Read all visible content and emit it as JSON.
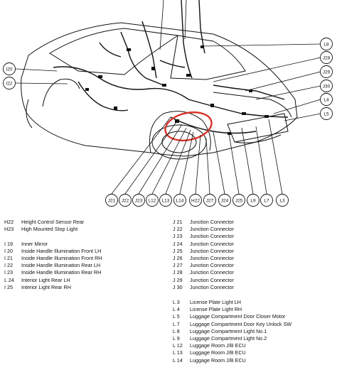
{
  "callouts": {
    "I20": "I20",
    "I22": "I22",
    "L8": "L8",
    "J28": "J28",
    "J29": "J29",
    "J30": "J30",
    "L4": "L4",
    "L5": "L5",
    "J21": "J21",
    "J22": "J22",
    "J23": "J23",
    "L12": "L12",
    "L13": "L13",
    "L14": "L14",
    "H22": "H22",
    "J27": "J27",
    "J24": "J24",
    "J25": "J25",
    "L9": "L9",
    "L7": "L7",
    "L3": "L3"
  },
  "colors": {
    "highlight": "#d9342b",
    "line": "#111111"
  },
  "legend_h": [
    {
      "code": "H22",
      "desc": "Height Control Sensor Rear"
    },
    {
      "code": "H23",
      "desc": "High Mounted Stop Light"
    },
    {
      "code": "",
      "desc": ""
    },
    {
      "code": "I 19",
      "desc": "Inner Mirror"
    },
    {
      "code": "I 20",
      "desc": "Inside Handle Illumination Front LH"
    },
    {
      "code": "I 21",
      "desc": "Inside Handle Illumination Front RH"
    },
    {
      "code": "I 22",
      "desc": "Inside Handle Illumination Rear LH"
    },
    {
      "code": "I 23",
      "desc": "Inside Handle Illumination Rear RH"
    },
    {
      "code": "L 24",
      "desc": "Interior Light Rear LH"
    },
    {
      "code": "I 25",
      "desc": "Interior Light Rear RH"
    }
  ],
  "legend_j": [
    {
      "code": "J 21",
      "desc": "Junction Connector"
    },
    {
      "code": "J 22",
      "desc": "Junction Connector"
    },
    {
      "code": "J 23",
      "desc": "Junction Connector"
    },
    {
      "code": "J 24",
      "desc": "Junction Connector"
    },
    {
      "code": "J 25",
      "desc": "Junction Connector"
    },
    {
      "code": "J 26",
      "desc": "Junction Connector"
    },
    {
      "code": "J 27",
      "desc": "Junction Connector"
    },
    {
      "code": "J 28",
      "desc": "Junction Connector"
    },
    {
      "code": "J 29",
      "desc": "Junction Connector"
    },
    {
      "code": "J 30",
      "desc": "Junction Connector"
    }
  ],
  "legend_l": [
    {
      "code": "L  3",
      "desc": "License Plate Light LH"
    },
    {
      "code": "L  4",
      "desc": "License Plate Light RH"
    },
    {
      "code": "L  5",
      "desc": "Luggage Compartment Door Closer Motor"
    },
    {
      "code": "L  7",
      "desc": "Luggage Compartment Door Key Unlock SW"
    },
    {
      "code": "L  8",
      "desc": "Luggage Compartment Light No.1"
    },
    {
      "code": "L  9",
      "desc": "Luggage Compartment Light No.2"
    },
    {
      "code": "L 12",
      "desc": "Luggage Room J/B ECU"
    },
    {
      "code": "L 13",
      "desc": "Luggage Room J/B ECU"
    },
    {
      "code": "L 14",
      "desc": "Luggage Room J/B ECU"
    }
  ]
}
